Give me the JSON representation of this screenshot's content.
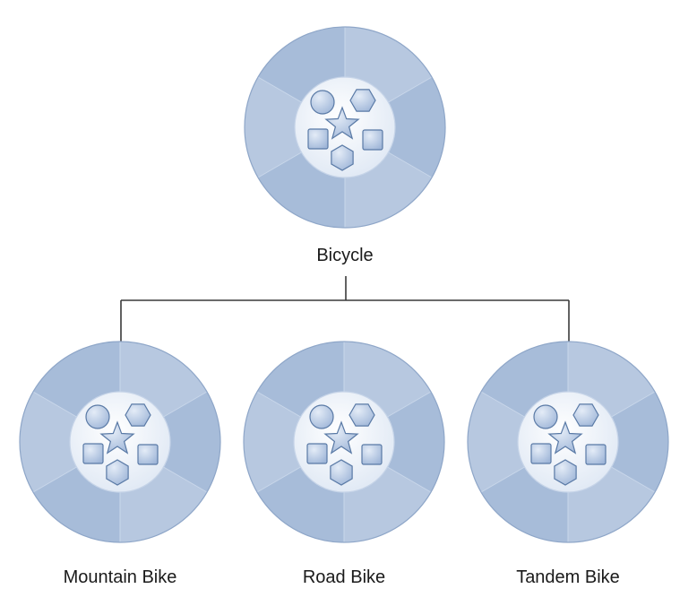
{
  "diagram": {
    "root": {
      "label": "Bicycle"
    },
    "children": [
      {
        "label": "Mountain Bike"
      },
      {
        "label": "Road Bike"
      },
      {
        "label": "Tandem Bike"
      }
    ]
  },
  "colors": {
    "wheel_light": "#b7c8e0",
    "wheel_dark": "#a7bcd9",
    "hub": "#eef3fa",
    "shape_fill": "#b3c6e2",
    "shape_stroke": "#5a7aa6",
    "connector": "#3a3a3a"
  }
}
